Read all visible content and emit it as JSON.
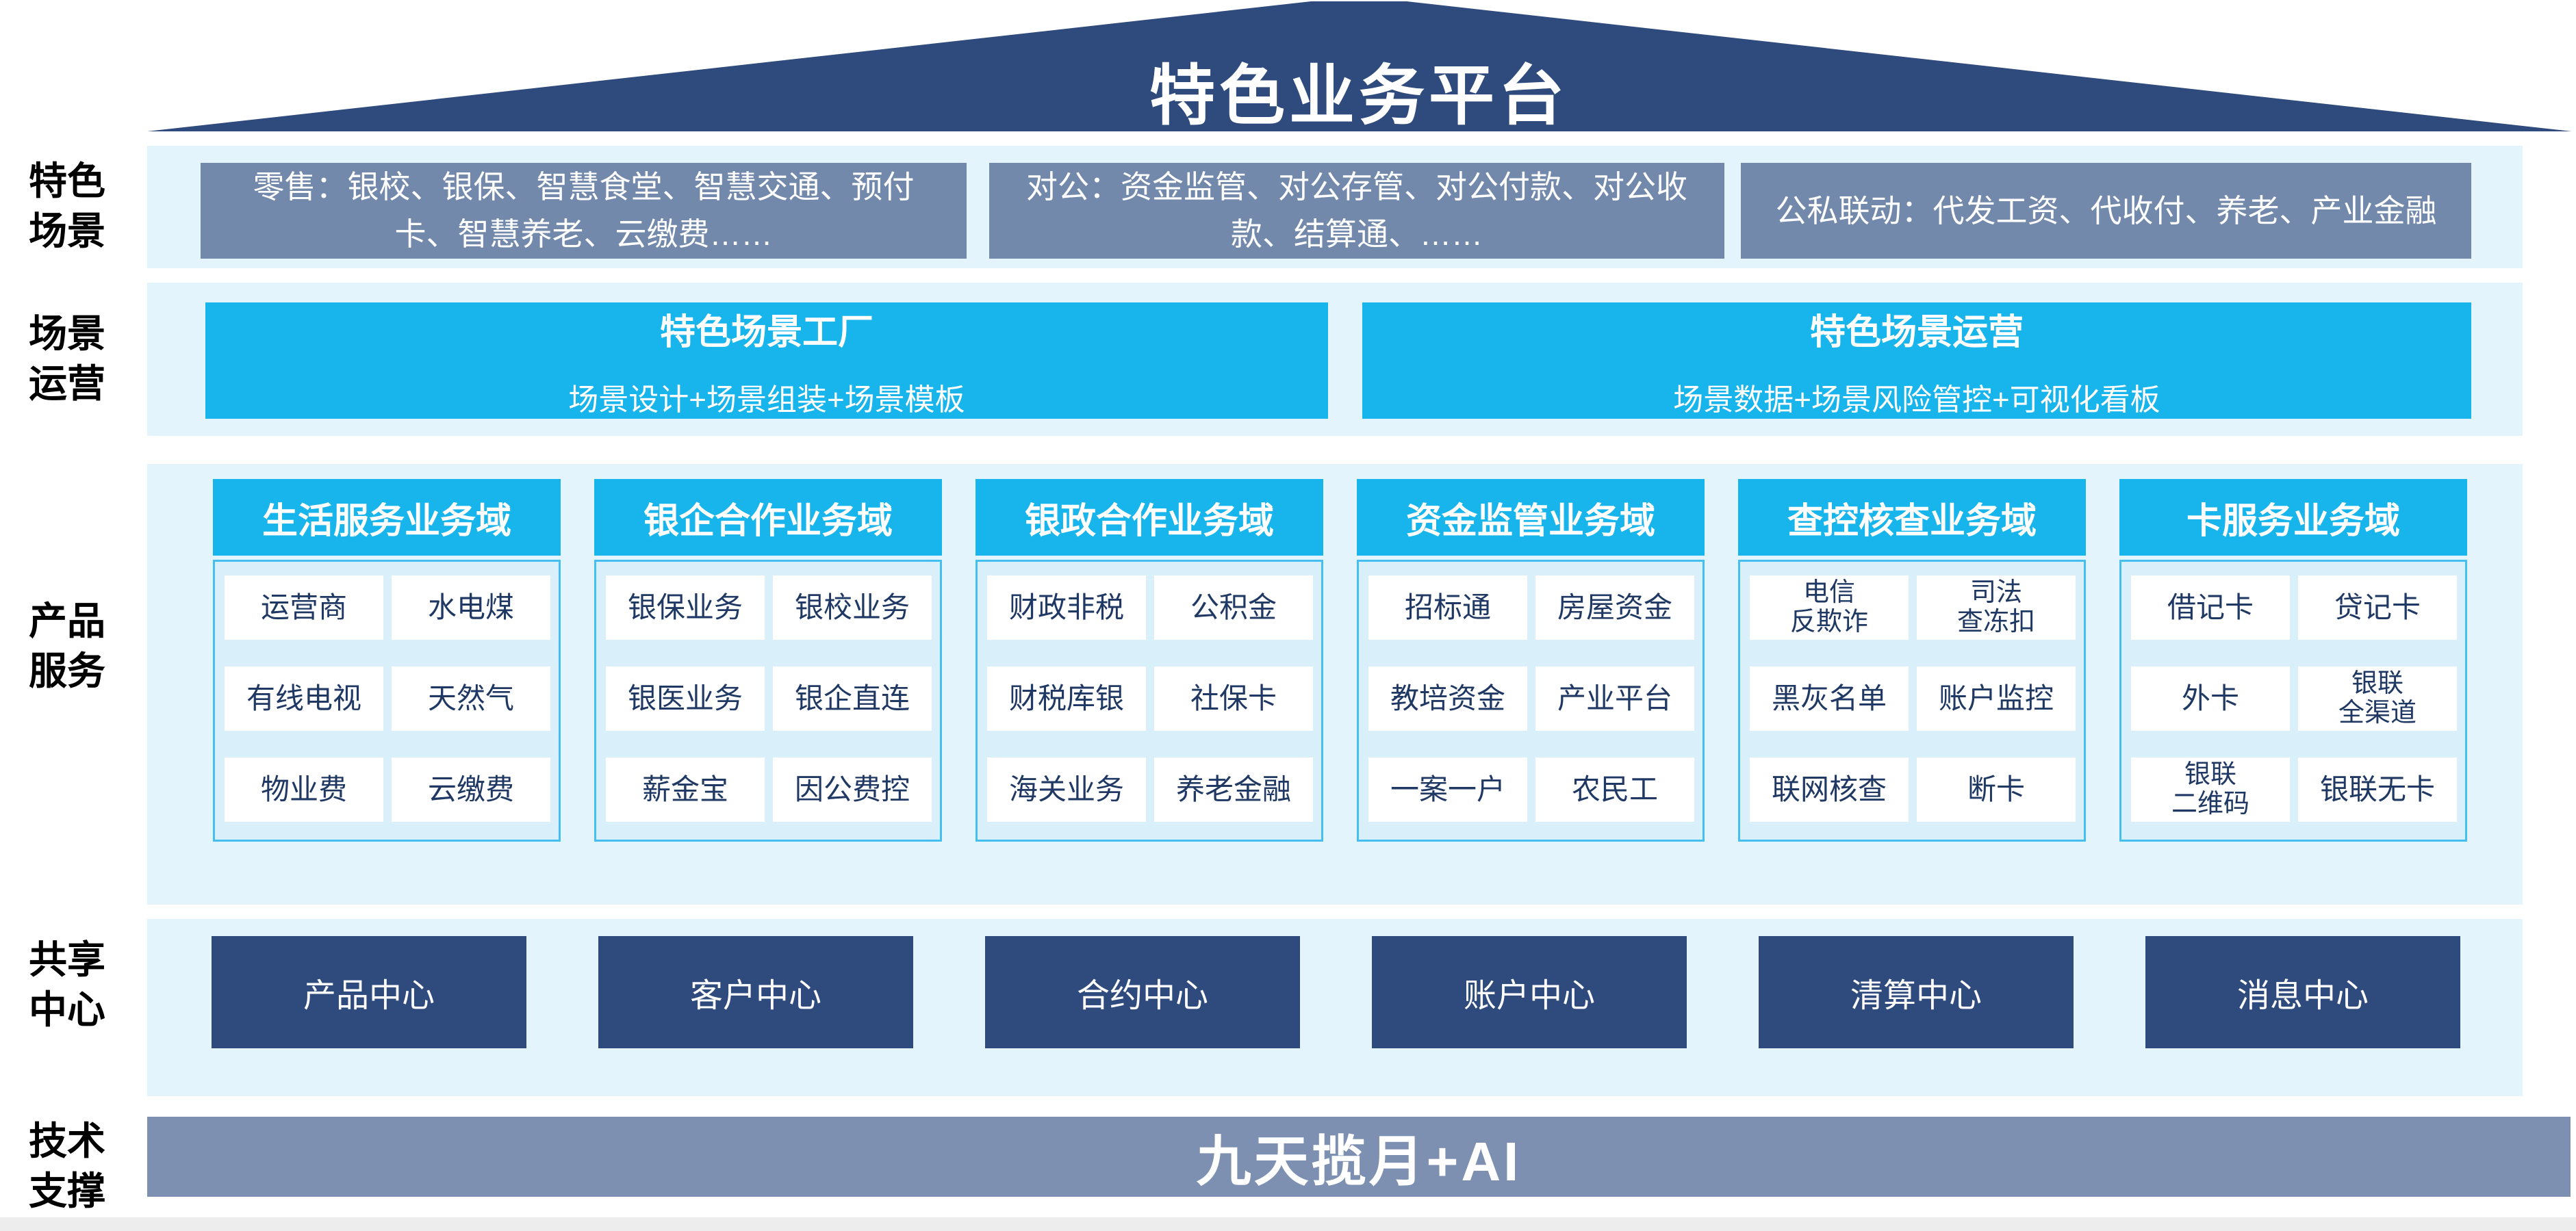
{
  "roof": {
    "title": "特色业务平台"
  },
  "side_labels": {
    "scenes": "特色\n场景",
    "operations": "场景\n运营",
    "products": "产品\n服务",
    "shared": "共享\n中心",
    "tech": "技术\n支撑"
  },
  "scenes": {
    "boxes": [
      "零售：银校、银保、智慧食堂、智慧交通、预付卡、智慧养老、云缴费……",
      "对公：资金监管、对公存管、对公付款、对公收款、结算通、……",
      "公私联动：代发工资、代收付、养老、产业金融"
    ]
  },
  "operations": {
    "panels": [
      {
        "title": "特色场景工厂",
        "subtitle": "场景设计+场景组装+场景模板"
      },
      {
        "title": "特色场景运营",
        "subtitle": "场景数据+场景风险管控+可视化看板"
      }
    ]
  },
  "products": {
    "columns": [
      {
        "title": "生活服务业务域",
        "cells": [
          [
            "运营商",
            "水电煤"
          ],
          [
            "有线电视",
            "天然气"
          ],
          [
            "物业费",
            "云缴费"
          ]
        ]
      },
      {
        "title": "银企合作业务域",
        "cells": [
          [
            "银保业务",
            "银校业务"
          ],
          [
            "银医业务",
            "银企直连"
          ],
          [
            "薪金宝",
            "因公费控"
          ]
        ]
      },
      {
        "title": "银政合作业务域",
        "cells": [
          [
            "财政非税",
            "公积金"
          ],
          [
            "财税库银",
            "社保卡"
          ],
          [
            "海关业务",
            "养老金融"
          ]
        ]
      },
      {
        "title": "资金监管业务域",
        "cells": [
          [
            "招标通",
            "房屋资金"
          ],
          [
            "教培资金",
            "产业平台"
          ],
          [
            "一案一户",
            "农民工"
          ]
        ]
      },
      {
        "title": "查控核查业务域",
        "cells": [
          [
            "电信\n反欺诈",
            "司法\n查冻扣"
          ],
          [
            "黑灰名单",
            "账户监控"
          ],
          [
            "联网核查",
            "断卡"
          ]
        ]
      },
      {
        "title": "卡服务业务域",
        "cells": [
          [
            "借记卡",
            "贷记卡"
          ],
          [
            "外卡",
            "银联\n全渠道"
          ],
          [
            "银联\n二维码",
            "银联无卡"
          ]
        ]
      }
    ]
  },
  "shared": {
    "centers": [
      "产品中心",
      "客户中心",
      "合约中心",
      "账户中心",
      "清算中心",
      "消息中心"
    ]
  },
  "tech": {
    "bar_text": "九天揽月+AI"
  },
  "colors": {
    "roof_navy": "#2F4B7E",
    "scene_gray_blue": "#7389AB",
    "cyan_accent": "#18B4EC",
    "row_background": "#E3F4FD",
    "panel_background": "#D9EFFA",
    "panel_border": "#45BFEF",
    "cell_text_navy": "#1F3864",
    "tech_bar_blue": "#7E90B1",
    "text_white": "#ffffff"
  }
}
